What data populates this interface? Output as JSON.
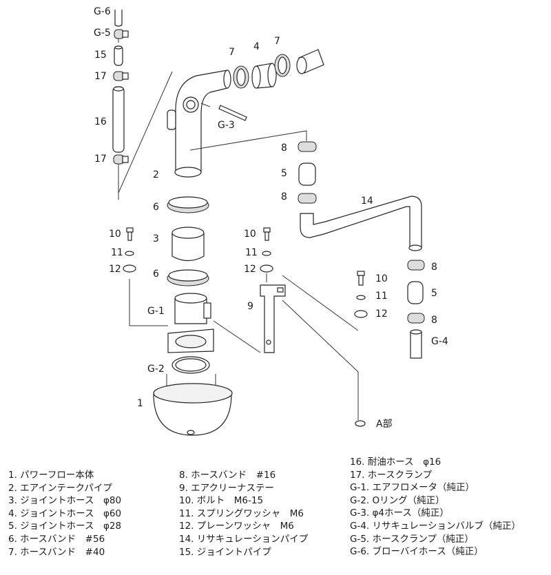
{
  "labels": {
    "g6": "G-6",
    "g5": "G-5",
    "p15": "15",
    "p17a": "17",
    "p16": "16",
    "p17b": "17",
    "p7a": "7",
    "p4": "4",
    "p7b": "7",
    "g3": "G-3",
    "p2": "2",
    "p6a": "6",
    "p3": "3",
    "p6b": "6",
    "p10a": "10",
    "p11a": "11",
    "p12a": "12",
    "p10b": "10",
    "p11b": "11",
    "p12b": "12",
    "p9": "9",
    "g1": "G-1",
    "g2": "G-2",
    "p1": "1",
    "p8a": "8",
    "p5a": "5",
    "p8b": "8",
    "p14": "14",
    "p8c": "8",
    "p10c": "10",
    "p5b": "5",
    "p11c": "11",
    "p12c": "12",
    "p8d": "8",
    "g4": "G-4",
    "a_part": "A部"
  },
  "legend": {
    "col1": [
      "1. パワーフロー本体",
      "2. エアインテークパイプ",
      "3. ジョイントホース　φ80",
      "4. ジョイントホース　φ60",
      "5. ジョイントホース　φ28",
      "6. ホースバンド　#56",
      "7. ホースバンド　#40"
    ],
    "col2": [
      "8. ホースバンド　#16",
      "9. エアクリーナステー",
      "10. ボルト　M6-15",
      "11. スプリングワッシャ　M6",
      "12. プレーンワッシャ　M6",
      "14. リサキュレーションパイプ",
      "15. ジョイントパイプ"
    ],
    "col3": [
      "16. 耐油ホース　φ16",
      "17. ホースクランプ",
      "G-1. エアフロメータ（純正）",
      "G-2. Oリング（純正）",
      "G-3. φ4ホース（純正）",
      "G-4. リサキュレーションバルブ（純正）",
      "G-5. ホースクランプ（純正）",
      "G-6. ブローバイホース（純正）"
    ]
  }
}
